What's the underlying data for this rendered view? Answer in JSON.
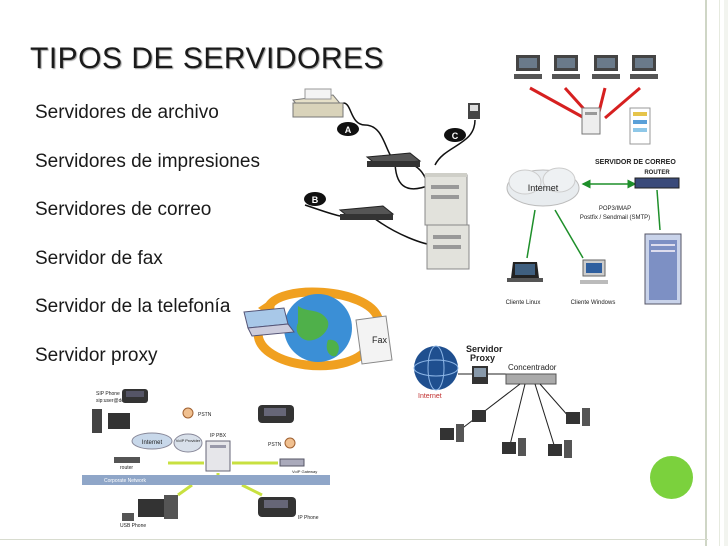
{
  "slide": {
    "title": "TIPOS DE SERVIDORES",
    "bullets": [
      "Servidores de archivo",
      "Servidores de impresiones",
      "Servidores de correo",
      "Servidor de fax",
      "Servidor de la telefonía",
      "Servidor proxy"
    ]
  },
  "printer_diagram": {
    "labels": [
      "A",
      "B",
      "C"
    ]
  },
  "mail_diagram": {
    "server_title": "SERVIDOR DE CORREO",
    "internet": "Internet",
    "router": "ROUTER",
    "protocols_1": "POP3/IMAP",
    "protocols_2": "Postfix / Sendmail (SMTP)",
    "client_linux": "Cliente Linux",
    "client_windows": "Cliente Windows"
  },
  "fax_graphic": {
    "label": "Fax"
  },
  "proxy_diagram": {
    "proxy_label_1": "Servidor",
    "proxy_label_2": "Proxy",
    "hub": "Concentrador",
    "internet": "Internet"
  },
  "telephony_diagram": {
    "sip_phone": "SIP Phone",
    "sip_domain": "sip:user@domain",
    "internet": "Internet",
    "router": "router",
    "pstn_top": "PSTN",
    "ip_pbx": "IP PBX",
    "voip_provider": "VoIP Provider",
    "pstn_right": "PSTN",
    "voip_gateway": "VoIP Gateway",
    "corporate_network": "Corporate Network",
    "usb_phone": "USB Phone",
    "ip_phone": "IP Phone"
  },
  "colors": {
    "accent_green": "#7bd13d",
    "arrow_red": "#d62020",
    "link_green": "#1e8f2a",
    "arrow_orange": "#f0a020",
    "title": "#1a1a1a"
  }
}
